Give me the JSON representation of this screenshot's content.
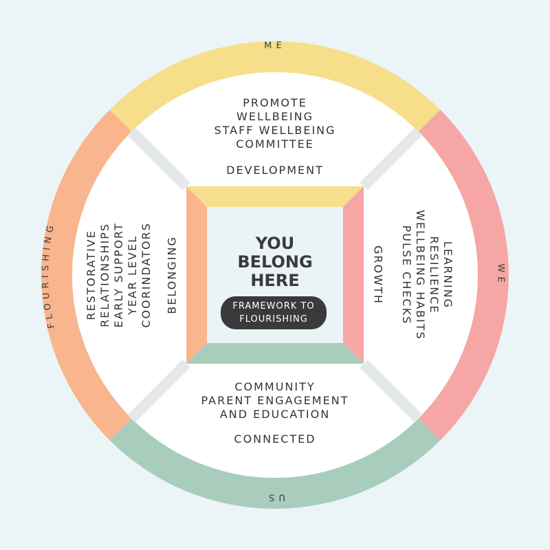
{
  "colors": {
    "background": "#ebf4f6",
    "me": "#f7de8a",
    "we": "#f6a6a5",
    "us": "#a8cdbd",
    "flourishing": "#f8b58e",
    "pill": "#3a3a3a"
  },
  "ring": {
    "me": "ME",
    "we": "WE",
    "us": "US",
    "flourishing": "FLOURISHING"
  },
  "quadrants": {
    "top": {
      "lines": [
        "PROMOTE",
        "WELLBEING",
        "STAFF WELLBEING",
        "COMMITTEE"
      ],
      "label": "DEVELOPMENT"
    },
    "right": {
      "lines": [
        "LEARNING",
        "RESILIENCE",
        "WELLBEING HABITS",
        "PULSE CHECKS"
      ],
      "label": "GROWTH"
    },
    "bottom": {
      "lines": [
        "COMMUNITY",
        "PARENT ENGAGEMENT",
        "AND EDUCATION"
      ],
      "label": "CONNECTED"
    },
    "left": {
      "lines": [
        "RESTORATIVE",
        "RELATIONSHIPS",
        "EARLY SUPPORT",
        "YEAR LEVEL",
        "COORINDATORS"
      ],
      "label": "BELONGING"
    }
  },
  "center": {
    "title_lines": [
      "YOU",
      "BELONG",
      "HERE"
    ],
    "pill_lines": [
      "FRAMEWORK TO",
      "FLOURISHING"
    ]
  }
}
